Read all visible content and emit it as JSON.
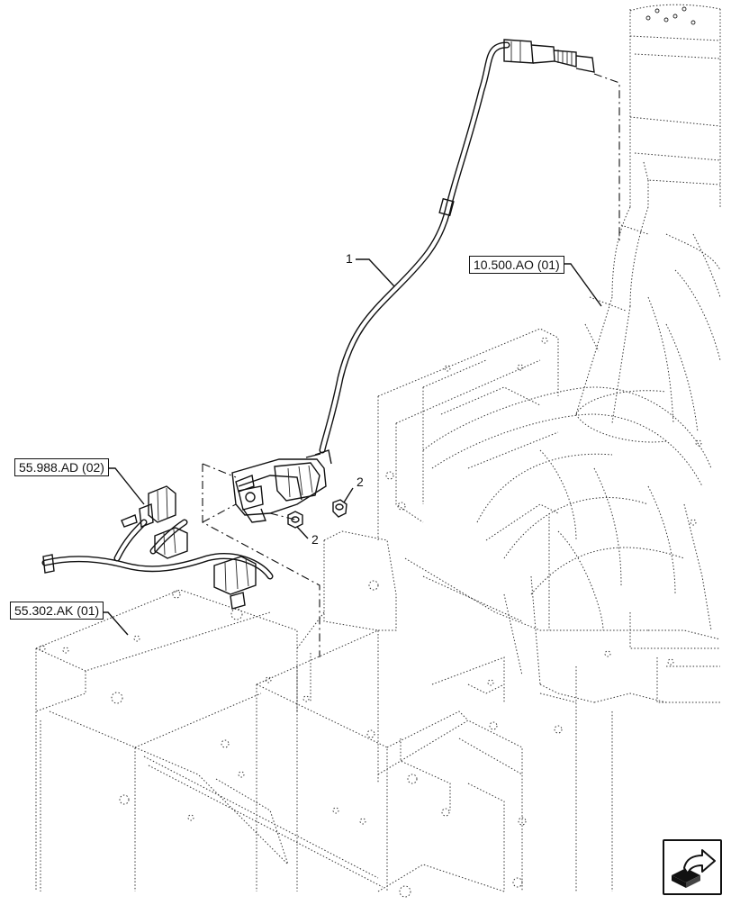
{
  "diagram": {
    "references": {
      "exhaust": "10.500.AO (01)",
      "harness_upper": "55.988.AD (02)",
      "harness_lower": "55.302.AK (01)"
    },
    "callouts": {
      "sensor": "1",
      "nut_a": "2",
      "nut_b": "2"
    }
  }
}
